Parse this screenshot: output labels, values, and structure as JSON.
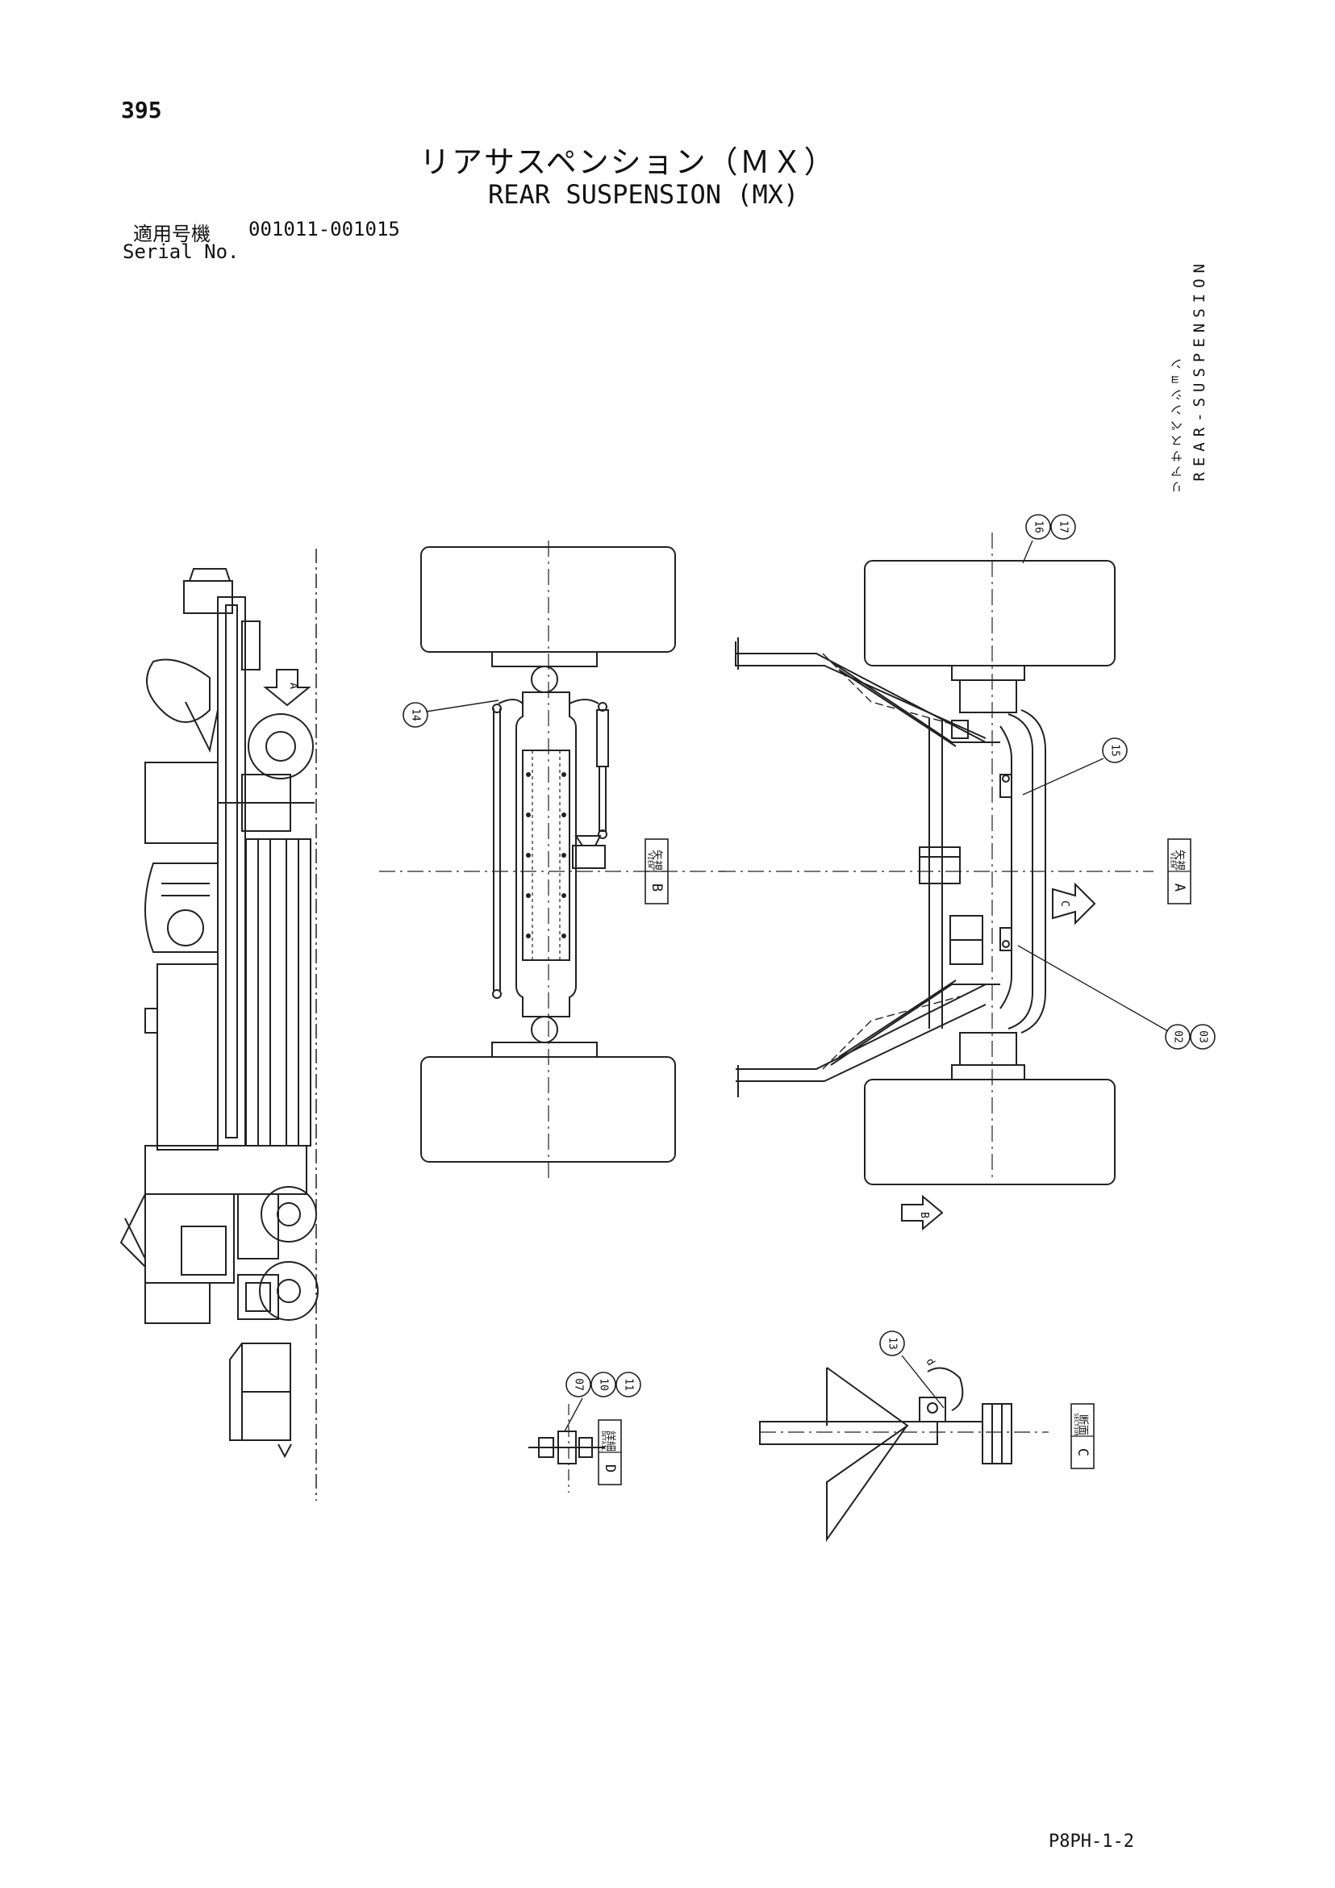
{
  "page_number": "395",
  "title_ja": "リアサスペンション（ＭＸ）",
  "title_en": "REAR SUSPENSION (MX)",
  "serial_label_ja": "適用号機",
  "serial_range": "001011-001015",
  "serial_label_en": "Serial No.",
  "side_tab": {
    "ja": "リアサスペンション",
    "en": "REAR-SUSPENSION"
  },
  "doc_code": "P8PH-1-2",
  "views": {
    "view_b": {
      "ja": "矢視",
      "en": "VIEW",
      "letter": "B"
    },
    "view_a": {
      "ja": "矢視",
      "en": "VIEW",
      "letter": "A"
    },
    "detail_d": {
      "ja": "詳細",
      "en": "DETAIL",
      "letter": "D"
    },
    "section_c": {
      "ja": "断面",
      "en": "SECTION",
      "letter": "C"
    }
  },
  "arrows": {
    "a": "A",
    "b": "B",
    "c": "C",
    "d": "d"
  },
  "callouts": {
    "p14": "14",
    "p16": "16",
    "p17": "17",
    "p15": "15",
    "p02": "02",
    "p03": "03",
    "p13": "13",
    "p07": "07",
    "p10": "10",
    "p11": "11"
  }
}
